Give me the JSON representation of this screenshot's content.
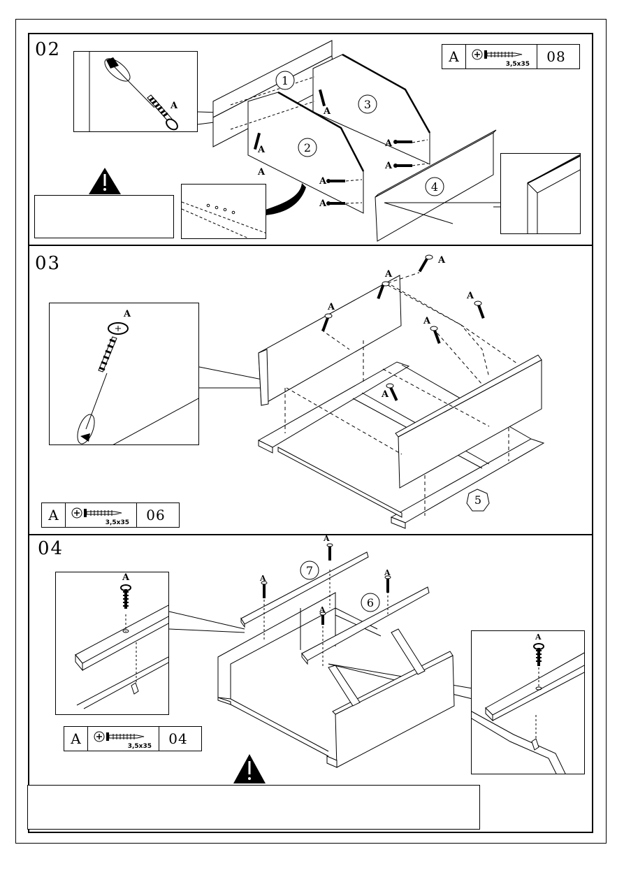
{
  "steps": [
    {
      "number": "02",
      "legend": {
        "letter": "A",
        "size": "3,5x35",
        "qty": "08"
      },
      "parts": [
        "1",
        "2",
        "3",
        "4"
      ]
    },
    {
      "number": "03",
      "legend": {
        "letter": "A",
        "size": "3,5x35",
        "qty": "06"
      },
      "parts": [
        "5"
      ]
    },
    {
      "number": "04",
      "legend": {
        "letter": "A",
        "size": "3,5x35",
        "qty": "04"
      },
      "parts": [
        "6",
        "7"
      ]
    }
  ],
  "fastener_label": "A",
  "icons": {
    "warning": "warning-triangle-icon",
    "screw": "screw-icon",
    "phillips": "phillips-head-icon"
  }
}
